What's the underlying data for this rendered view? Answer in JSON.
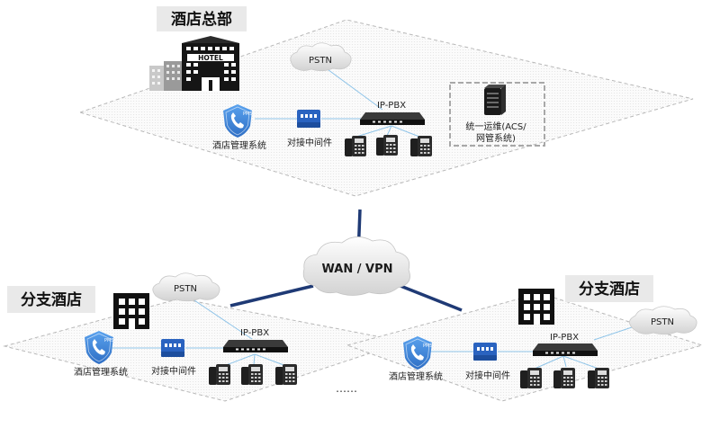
{
  "hq": {
    "title": "酒店总部",
    "pstn": "PSTN",
    "ippbx": "IP-PBX",
    "pms_badge": "PMS",
    "pms_label": "酒店管理系统",
    "middleware_label": "对接中间件",
    "ops_line1": "统一运维(ACS/",
    "ops_line2": "网管系统)",
    "hotel_sign": "HOTEL"
  },
  "wan": {
    "label": "WAN / VPN"
  },
  "branch_left": {
    "title": "分支酒店",
    "pstn": "PSTN",
    "ippbx": "IP-PBX",
    "pms_badge": "PMS",
    "pms_label": "酒店管理系统",
    "middleware_label": "对接中间件"
  },
  "branch_right": {
    "title": "分支酒店",
    "pstn": "PSTN",
    "ippbx": "IP-PBX",
    "pms_badge": "PMS",
    "pms_label": "酒店管理系统",
    "middleware_label": "对接中间件"
  },
  "ellipsis": "……",
  "colors": {
    "blue_link": "#2a4a8a",
    "light_link": "#8fc4e8",
    "pms_blue": "#3a7fd6",
    "middleware_blue": "#2a63c0",
    "device_dark": "#1d1d1d",
    "plane_border": "#b8b8b8"
  },
  "icons": [
    "hotel-building-icon",
    "pstn-cloud-icon",
    "ip-pbx-icon",
    "pms-shield-icon",
    "middleware-icon",
    "ip-phone-icon",
    "server-icon",
    "wan-cloud-icon",
    "branch-building-icon"
  ]
}
